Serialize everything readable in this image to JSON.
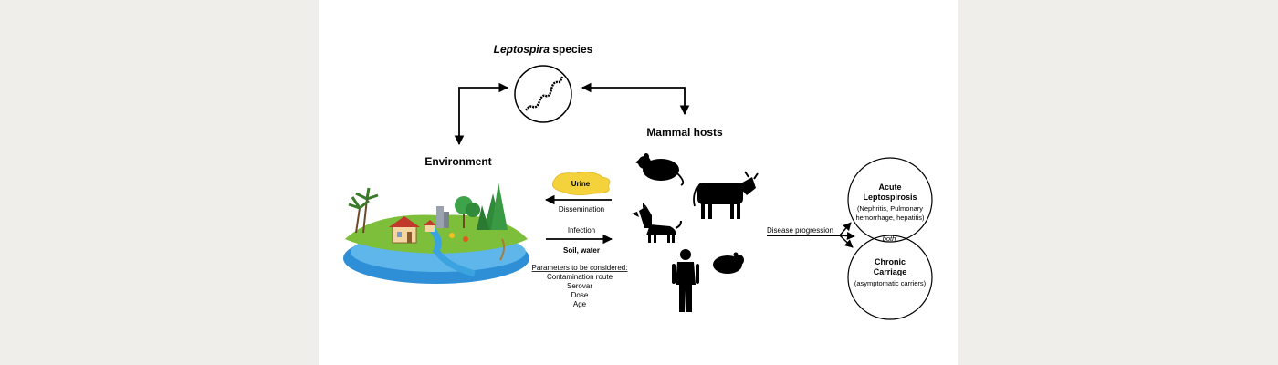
{
  "top": {
    "title_italic": "Leptospira",
    "title_rest": " species"
  },
  "environment": {
    "label": "Environment"
  },
  "hosts": {
    "label": "Mammal hosts"
  },
  "middle": {
    "urine_label": "Urine",
    "dissemination_label": "Dissemination",
    "infection_label": "Infection",
    "soil_water_label": "Soil, water",
    "parameters_title": "Parameters to be considered:",
    "parameters": [
      "Contamination route",
      "Serovar",
      "Dose",
      "Age"
    ]
  },
  "progression": {
    "label": "Disease progression"
  },
  "acute": {
    "title_line1": "Acute",
    "title_line2": "Leptospirosis",
    "detail_line1": "(Nephritis, Pulmonary",
    "detail_line2": "hemorrhage, hepatitis)"
  },
  "overlap": {
    "label": "both"
  },
  "chronic": {
    "title_line1": "Chronic",
    "title_line2": "Carriage",
    "detail": "(asymptomatic carriers)"
  },
  "icons": {
    "bacterium": "leptospira-spiral-icon",
    "landscape": "landscape-illustration",
    "rat": "rat-icon",
    "cow": "cow-icon",
    "dog": "dog-icon",
    "human": "human-icon",
    "hamster": "hamster-icon",
    "urine": "urine-puddle-icon"
  },
  "colors": {
    "urine_fill": "#f4d23c",
    "water": "#3aa3e0",
    "grass": "#8cc43c",
    "tree_dark": "#2f8a3a"
  }
}
